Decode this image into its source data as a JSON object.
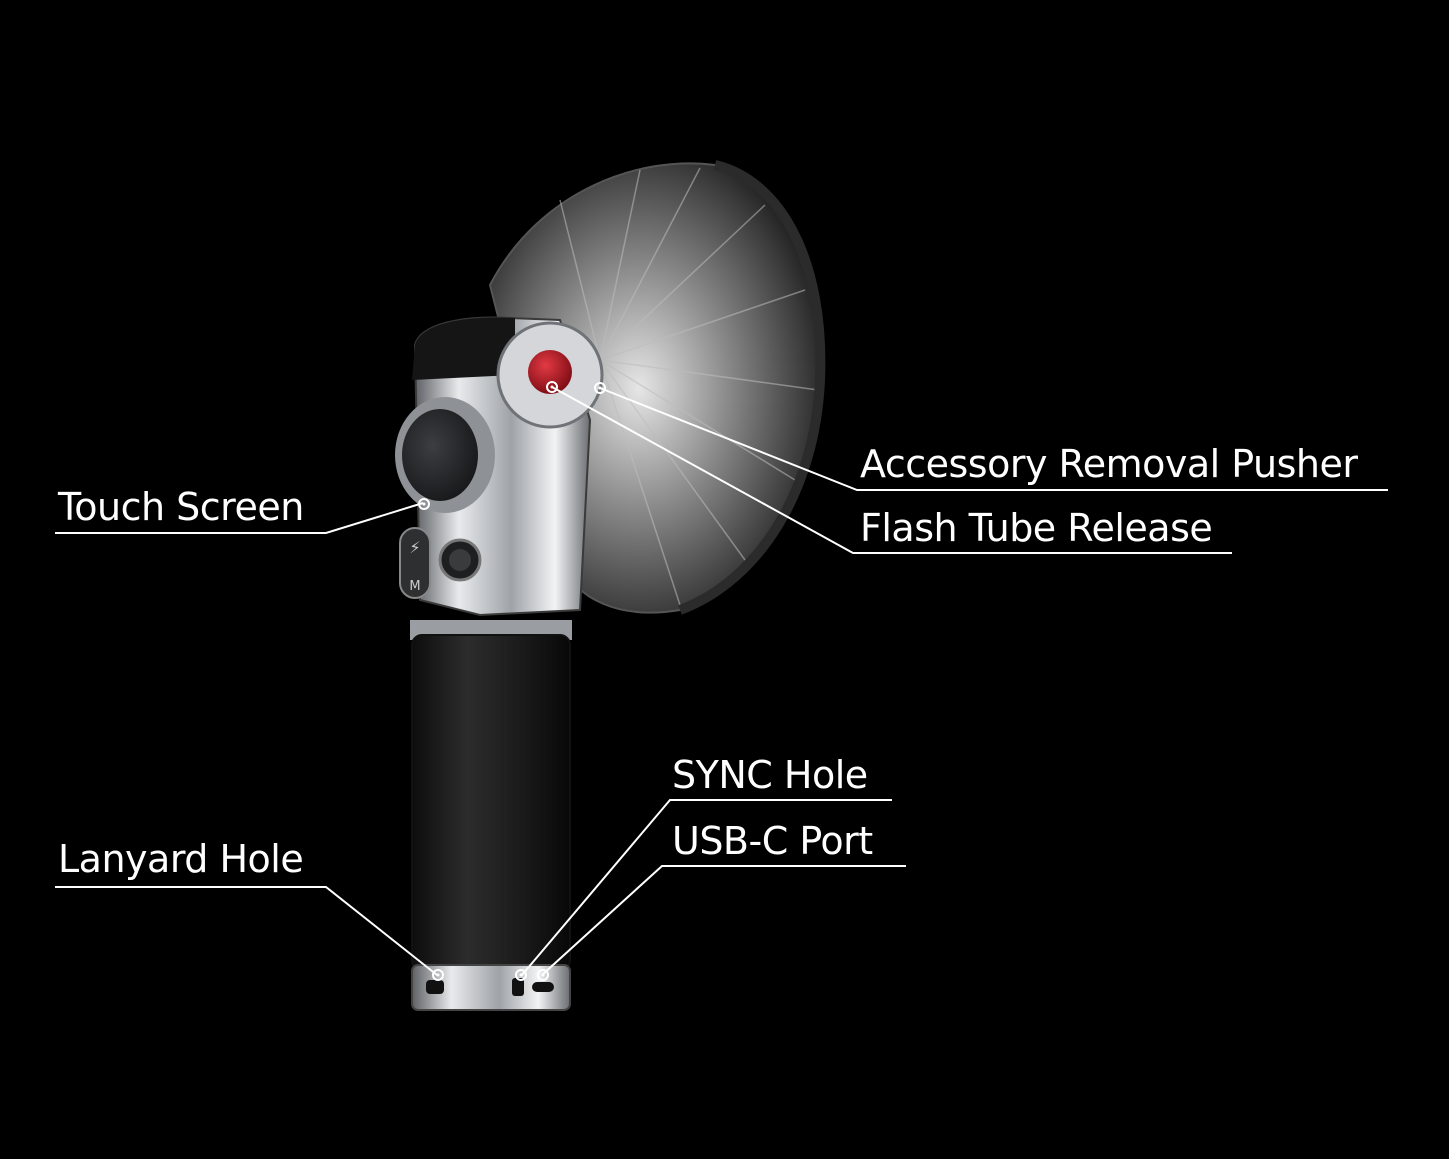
{
  "labels": {
    "touch_screen": "Touch Screen",
    "accessory_removal_pusher": "Accessory Removal Pusher",
    "flash_tube_release": "Flash Tube Release",
    "sync_hole": "SYNC Hole",
    "usb_c_port": "USB-C Port",
    "lanyard_hole": "Lanyard Hole"
  },
  "colors": {
    "background": "#000000",
    "text": "#ffffff",
    "leader_line": "#ffffff",
    "chrome": "#c9ccd0",
    "leather": "#1c1c1c",
    "button_red": "#b3121e"
  }
}
